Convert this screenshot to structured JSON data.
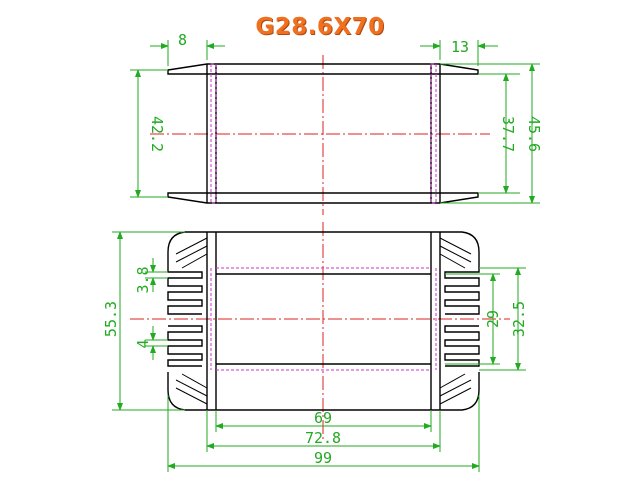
{
  "title": "G28.6X70",
  "colors": {
    "outline": "#000000",
    "dimension": "#22aa22",
    "centerline": "#dd2222",
    "hidden": "#cc33cc",
    "title": "#f07020"
  },
  "dimensions": {
    "top_left_flange": "8",
    "top_right_flange": "13",
    "top_left_height": "42.2",
    "top_right_inner": "37.7",
    "top_right_outer": "45.6",
    "bottom_slot_top": "3.8",
    "bottom_slot_small": "4",
    "bottom_left_height": "55.3",
    "bottom_right_inner": "29",
    "bottom_right_outer": "32.5",
    "bottom_width_inner": "69",
    "bottom_width_mid": "72.8",
    "bottom_width_outer": "99"
  }
}
